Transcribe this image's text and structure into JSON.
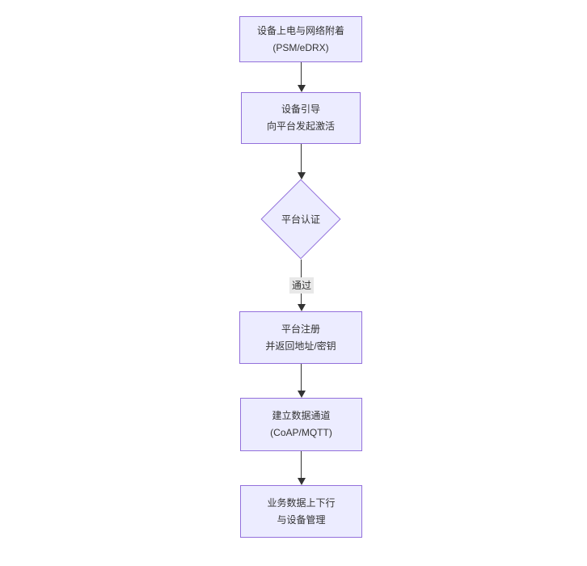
{
  "diagram": {
    "type": "flowchart-top-down",
    "nodes": [
      {
        "id": "power-attach",
        "shape": "rect",
        "lines": [
          "设备上电与网络附着",
          "(PSM/eDRX)"
        ]
      },
      {
        "id": "bootstrap",
        "shape": "rect",
        "lines": [
          "设备引导",
          "向平台发起激活"
        ]
      },
      {
        "id": "platform-auth",
        "shape": "diamond",
        "lines": [
          "平台认证"
        ]
      },
      {
        "id": "platform-register",
        "shape": "rect",
        "lines": [
          "平台注册",
          "并返回地址/密钥"
        ]
      },
      {
        "id": "data-channel",
        "shape": "rect",
        "lines": [
          "建立数据通道",
          "(CoAP/MQTT)"
        ]
      },
      {
        "id": "business-data",
        "shape": "rect",
        "lines": [
          "业务数据上下行",
          "与设备管理"
        ]
      }
    ],
    "edges": [
      {
        "from": "power-attach",
        "to": "bootstrap",
        "label": ""
      },
      {
        "from": "bootstrap",
        "to": "platform-auth",
        "label": ""
      },
      {
        "from": "platform-auth",
        "to": "platform-register",
        "label": "通过"
      },
      {
        "from": "platform-register",
        "to": "data-channel",
        "label": ""
      },
      {
        "from": "data-channel",
        "to": "business-data",
        "label": ""
      }
    ],
    "colors": {
      "node_fill": "#ECECFF",
      "node_border": "#9370DB",
      "arrow": "#333333",
      "edge_label_bg": "#e8e8e8",
      "text": "#333333",
      "background": "#ffffff"
    }
  }
}
